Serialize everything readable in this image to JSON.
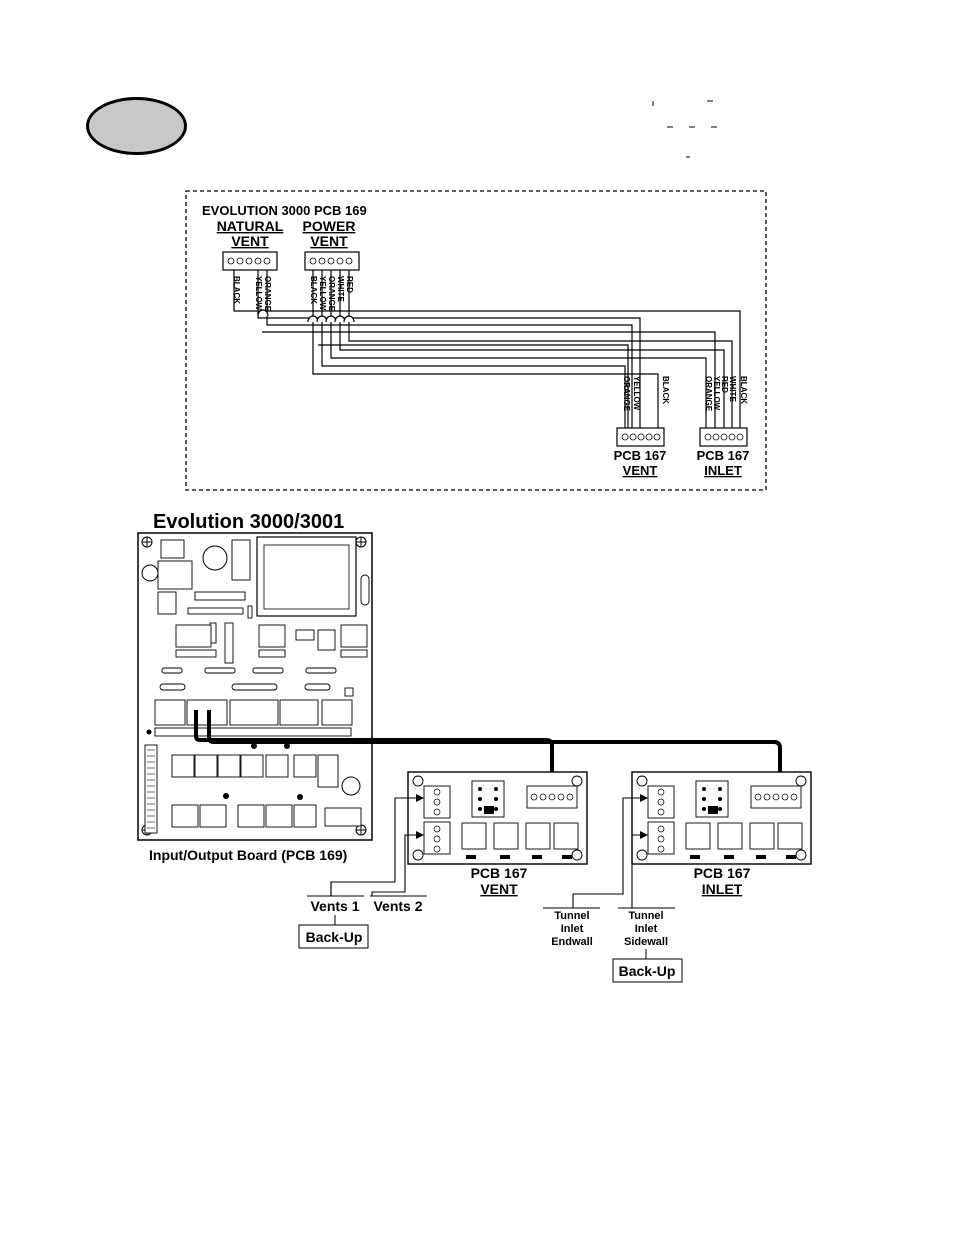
{
  "wiring": {
    "title": "EVOLUTION 3000 PCB 169",
    "natural_vent": [
      "NATURAL",
      "VENT"
    ],
    "power_vent": [
      "POWER",
      "VENT"
    ],
    "natural_wires": [
      "BLACK",
      "YELLOW",
      "ORANGE"
    ],
    "power_wires": [
      "BLACK",
      "YELLOW",
      "ORANGE",
      "WHITE",
      "RED"
    ],
    "vent_wires": [
      "ORANGE",
      "YELLOW",
      "BLACK"
    ],
    "inlet_wires": [
      "ORANGE",
      "YELLOW",
      "RED",
      "WHITE",
      "BLACK"
    ],
    "pcb167_vent": [
      "PCB 167",
      "VENT"
    ],
    "pcb167_inlet": [
      "PCB 167",
      "INLET"
    ]
  },
  "board": {
    "title": "Evolution 3000/3001",
    "caption": "Input/Output Board (PCB 169)"
  },
  "relays": {
    "vent_label": [
      "PCB 167",
      "VENT"
    ],
    "inlet_label": [
      "PCB 167",
      "INLET"
    ],
    "vents1": "Vents 1",
    "vents2": "Vents 2",
    "backup": "Back-Up",
    "tunnel_endwall": [
      "Tunnel",
      "Inlet",
      "Endwall"
    ],
    "tunnel_sidewall": [
      "Tunnel",
      "Inlet",
      "Sidewall"
    ]
  }
}
